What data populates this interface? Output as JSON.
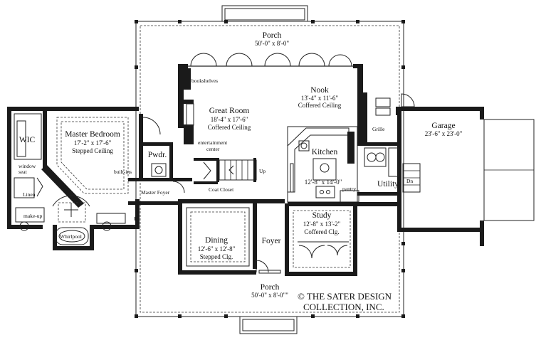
{
  "rooms": {
    "porch_top": {
      "name": "Porch",
      "dims": "50'-0\" x 8'-0\""
    },
    "nook": {
      "name": "Nook",
      "dims": "13'-4\" x 11'-6\"",
      "ceiling": "Coffered Ceiling"
    },
    "great_room": {
      "name": "Great Room",
      "dims": "18'-4\" x 17'-6\"",
      "ceiling": "Coffered Ceiling"
    },
    "garage": {
      "name": "Garage",
      "dims": "23'-6\" x 23'-0\""
    },
    "master_bedroom": {
      "name": "Master Bedroom",
      "dims": "17'-2\" x 17'-6\"",
      "ceiling": "Stepped Ceiling"
    },
    "kitchen": {
      "name": "Kitchen",
      "dims": "12'-8\" x 14'-0\""
    },
    "utility": {
      "name": "Utility"
    },
    "study": {
      "name": "Study",
      "dims": "12'-8\" x 13'-2\"",
      "ceiling": "Coffered Clg."
    },
    "dining": {
      "name": "Dining",
      "dims": "12'-6\" x 12'-8\"",
      "ceiling": "Stepped Clg."
    },
    "foyer": {
      "name": "Foyer"
    },
    "porch_bottom": {
      "name": "Porch",
      "dims": "50'-0\" x 8'-0\"\""
    },
    "pwdr": {
      "name": "Pwdr."
    },
    "wic": {
      "name": "WIC"
    }
  },
  "labels": {
    "bookshelves": "bookshelves",
    "entertainment1": "entertainment",
    "entertainment2": "center",
    "up": "Up",
    "dn": "Dn",
    "coat_closet": "Coat Closet",
    "master_foyer": "Master Foyer",
    "built_ins": "built-ins",
    "window1": "window",
    "window2": "seat",
    "linen": "Linen",
    "make_up": "make-up",
    "whirlpool": "Whirlpool",
    "grille": "Grille",
    "pantry": "pantry"
  },
  "copyright": {
    "line1": "© THE SATER DESIGN",
    "line2": "COLLECTION, INC."
  }
}
